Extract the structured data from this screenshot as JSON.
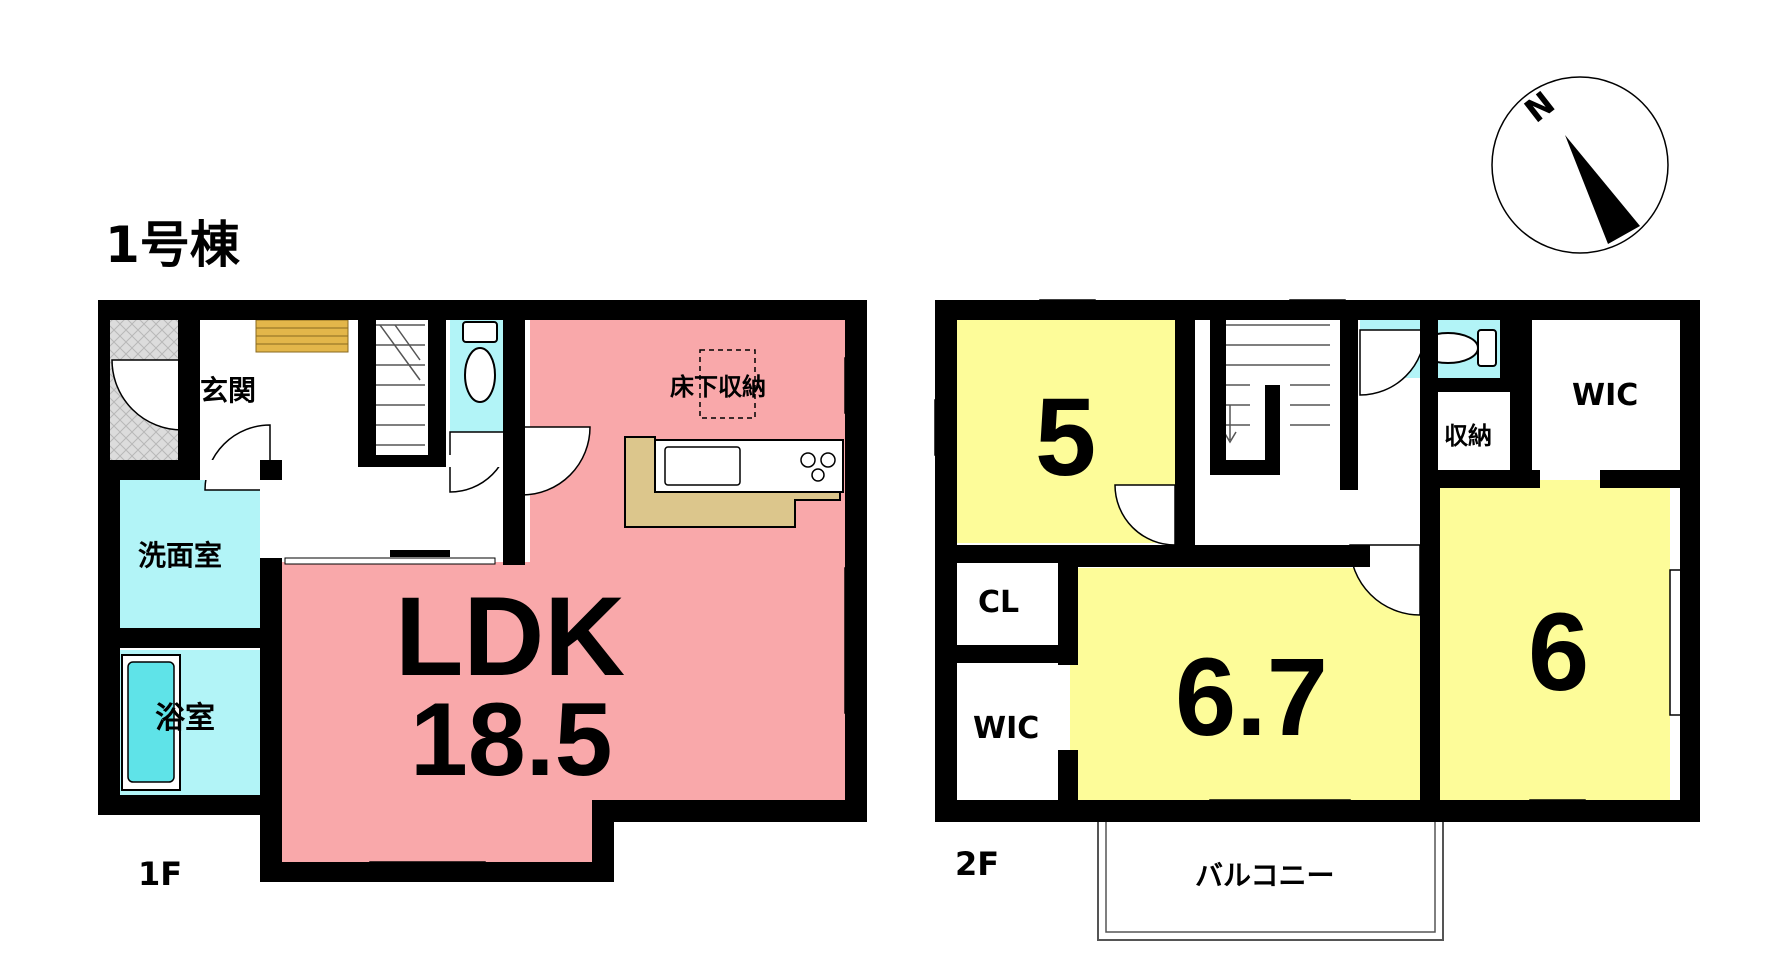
{
  "building_title": "1号棟",
  "floor1": {
    "label": "1F",
    "rooms": {
      "entrance": "玄関",
      "washroom": "洗面室",
      "bathroom": "浴室",
      "underfloor_storage": "床下収納",
      "ldk_name": "LDK",
      "ldk_size": "18.5"
    }
  },
  "floor2": {
    "label": "2F",
    "rooms": {
      "room_a": "5",
      "room_b": "6.7",
      "room_c": "6",
      "closet": "CL",
      "wic_left": "WIC",
      "wic_right": "WIC",
      "storage": "収納",
      "balcony": "バルコニー"
    }
  },
  "compass": {
    "label": "N"
  },
  "colors": {
    "wall": "#000000",
    "ldk": "#f9a8aa",
    "bedroom": "#fdfc99",
    "wet_area": "#b2f4f7",
    "kitchen_counter": "#dcc68c",
    "tatami_step": "#e3b64a",
    "porch_tile": "#d0d0d0"
  }
}
